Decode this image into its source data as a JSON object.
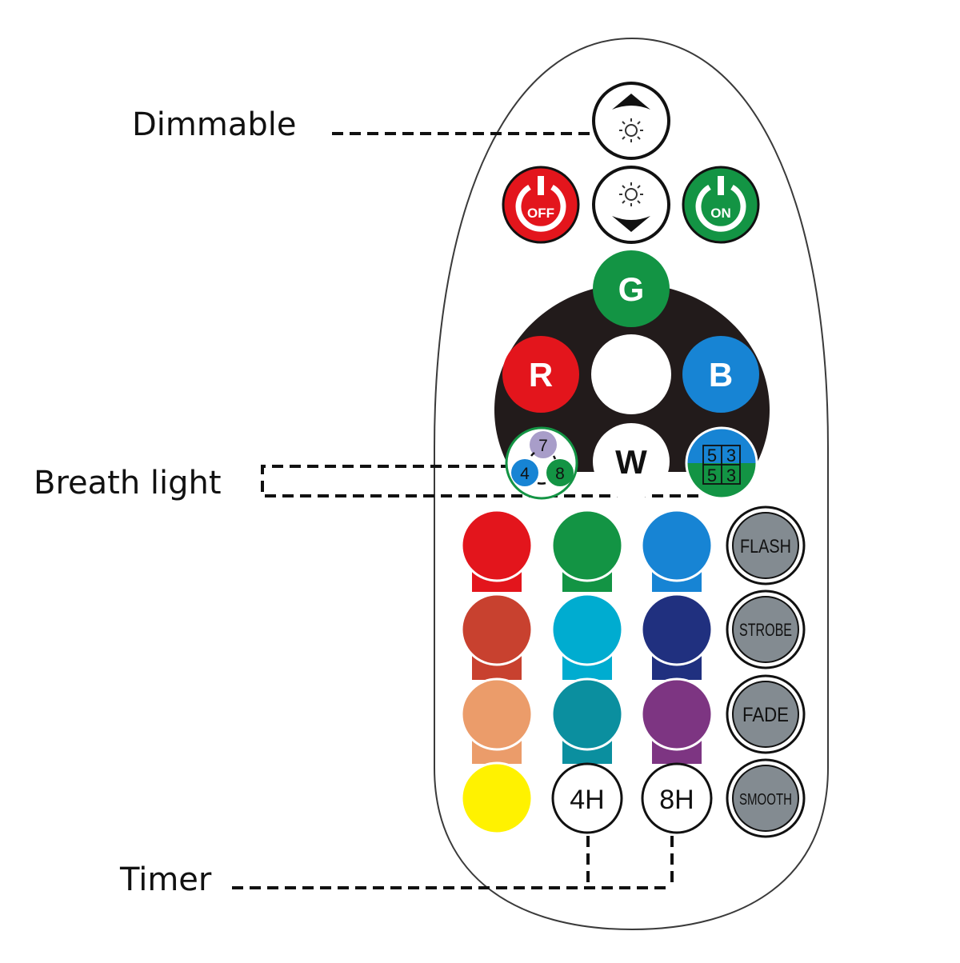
{
  "callouts": {
    "dimmable": "Dimmable",
    "breath_light": "Breath light",
    "timer": "Timer"
  },
  "top_buttons": {
    "off_label": "OFF",
    "on_label": "ON"
  },
  "color_wheel": {
    "g_label": "G",
    "r_label": "R",
    "b_label": "B",
    "w_label": "W",
    "breath_numbers": [
      "7",
      "4",
      "8"
    ],
    "grid_numbers": [
      "5",
      "3",
      "5",
      "3"
    ]
  },
  "timers": {
    "t4_label": "4H",
    "t8_label": "8H"
  },
  "modes": {
    "flash": "FLASH",
    "strobe": "STROBE",
    "fade": "FADE",
    "smooth": "SMOOTH"
  },
  "colors": {
    "red": "#e3151c",
    "green": "#139444",
    "blue": "#1784d4",
    "dark_red": "#c8412f",
    "salmon": "#eb9c6a",
    "yellow": "#fff200",
    "cyan": "#00acd0",
    "teal": "#0b8f9f",
    "navy": "#20307f",
    "purple": "#7d3582",
    "mode_gray": "#838b91"
  }
}
